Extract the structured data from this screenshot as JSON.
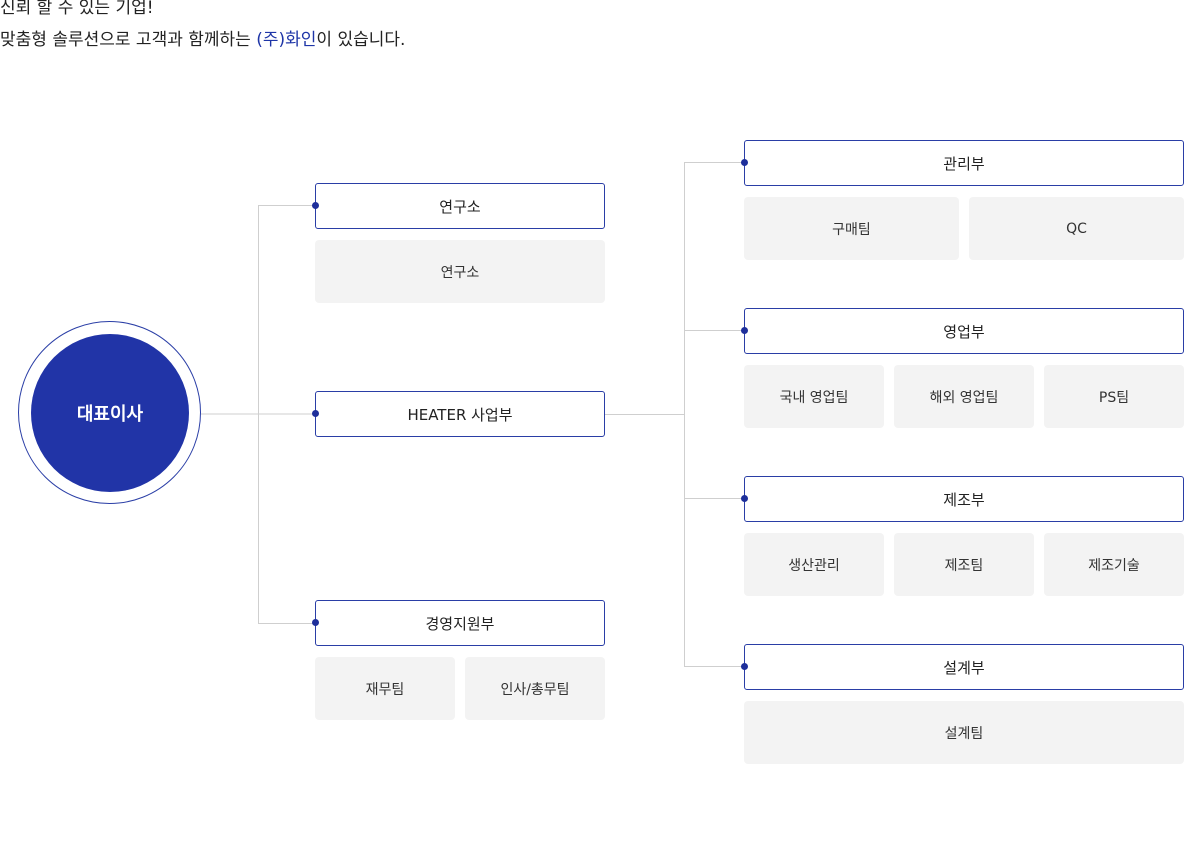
{
  "intro": {
    "line1": "신뢰 할 수 있는 기업!",
    "line2_before": "맞춤형 솔루션으로 고객과 함께하는 ",
    "line2_highlight": "(주)화인",
    "line2_after": "이 있습니다."
  },
  "ceo": {
    "label": "대표이사"
  },
  "left_departments": {
    "research": {
      "label": "연구소",
      "teams": [
        "연구소"
      ]
    },
    "heater": {
      "label": "HEATER 사업부"
    },
    "management_support": {
      "label": "경영지원부",
      "teams": [
        "재무팀",
        "인사/총무팀"
      ]
    }
  },
  "right_departments": {
    "admin": {
      "label": "관리부",
      "teams": [
        "구매팀",
        "QC"
      ]
    },
    "sales": {
      "label": "영업부",
      "teams": [
        "국내 영업팀",
        "해외 영업팀",
        "PS팀"
      ]
    },
    "manufacturing": {
      "label": "제조부",
      "teams": [
        "생산관리",
        "제조팀",
        "제조기술"
      ]
    },
    "design": {
      "label": "설계부",
      "teams": [
        "설계팀"
      ]
    }
  },
  "colors": {
    "accent": "#2134a7",
    "line": "#cfcfcf",
    "team_bg": "#f3f3f3"
  }
}
